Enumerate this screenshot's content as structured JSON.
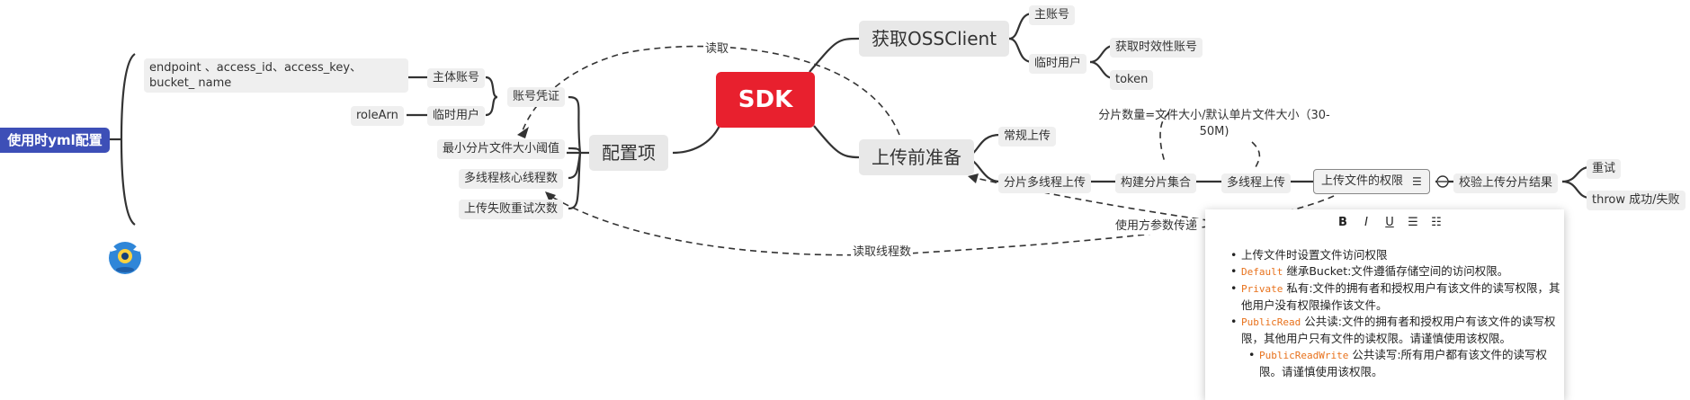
{
  "root_left": {
    "label": "使用时yml配置"
  },
  "center": {
    "label": "SDK"
  },
  "get_client": {
    "label": "获取OSSClient",
    "children": {
      "main_account": "主账号",
      "temp_user": "临时用户",
      "temp_children": [
        "获取时效性账号",
        "token"
      ]
    }
  },
  "config": {
    "label": "配置项",
    "children": [
      "账号凭证",
      "最小分片文件大小阈值",
      "多线程核心线程数",
      "上传失败重试次数"
    ],
    "credential_children": [
      "主体账号",
      "临时用户"
    ],
    "main_account_detail": "endpoint 、access_id、access_key、bucket_ name",
    "temp_user_detail": "roleArn"
  },
  "prepare": {
    "label": "上传前准备",
    "children": [
      "常规上传",
      "分片多线程上传"
    ],
    "chain": [
      "构建分片集合",
      "多线程上传",
      "上传文件的权限",
      "校验上传分片结果"
    ],
    "results": [
      "重试",
      "throw 成功/失败"
    ],
    "shard_note": "分片数量=文件大小/默认单片文件大小（30-50M)"
  },
  "relations": {
    "read": "读取",
    "read_threads": "读取线程数",
    "user_param": "使用方参数传递"
  },
  "popup": {
    "toolbar": [
      "B",
      "I",
      "U",
      "bulleted-list-icon",
      "numbered-list-icon"
    ],
    "items": [
      {
        "code": "",
        "text": "上传文件时设置文件访问权限"
      },
      {
        "code": "Default",
        "text": "继承Bucket:文件遵循存储空间的访问权限。"
      },
      {
        "code": "Private",
        "text": "私有:文件的拥有者和授权用户有该文件的读写权限，其他用户没有权限操作该文件。"
      },
      {
        "code": "PublicRead",
        "text": "公共读:文件的拥有者和授权用户有该文件的读写权限，其他用户只有文件的读权限。请谨慎使用该权限。"
      }
    ],
    "subitem": {
      "code": "PublicReadWrite",
      "text": "公共读写:所有用户都有该文件的读写权限。请谨慎使用该权限。"
    }
  },
  "colors": {
    "sdk": "#e8202e",
    "left_root": "#3d4fb7",
    "code": "#e8711b"
  }
}
